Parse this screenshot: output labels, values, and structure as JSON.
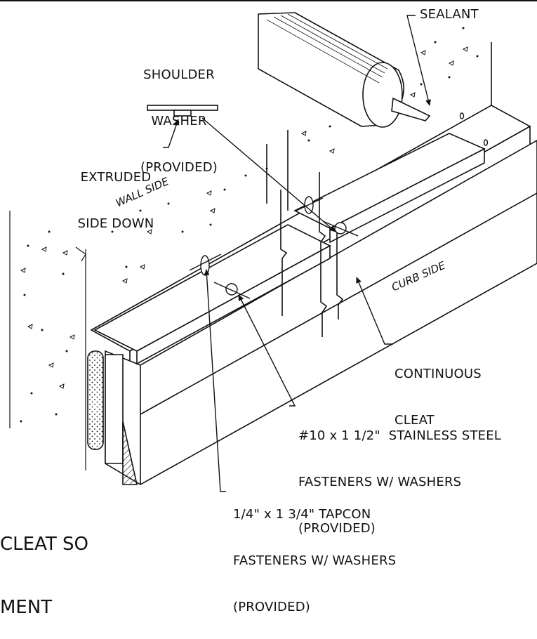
{
  "labels": {
    "sealant": "SEALANT",
    "shoulder_washer": [
      "SHOULDER",
      "WASHER",
      "(PROVIDED)"
    ],
    "extruded": [
      "EXTRUDED",
      "SIDE DOWN"
    ],
    "wall_side": "WALL SIDE",
    "curb_side": "CURB SIDE",
    "continuous_cleat": [
      "CONTINUOUS",
      "CLEAT"
    ],
    "ss_fasteners": [
      "#10 x 1 1/2\"  STAINLESS STEEL",
      "FASTENERS W/ WASHERS",
      "(PROVIDED)"
    ],
    "tapcon_fasteners": [
      "1/4\" x 1 3/4\" TAPCON",
      "FASTENERS W/ WASHERS",
      "(PROVIDED)"
    ],
    "cutoff_text": [
      "CLEAT SO",
      "MENT"
    ]
  },
  "colors": {
    "ink": "#111111",
    "paper": "#ffffff"
  }
}
